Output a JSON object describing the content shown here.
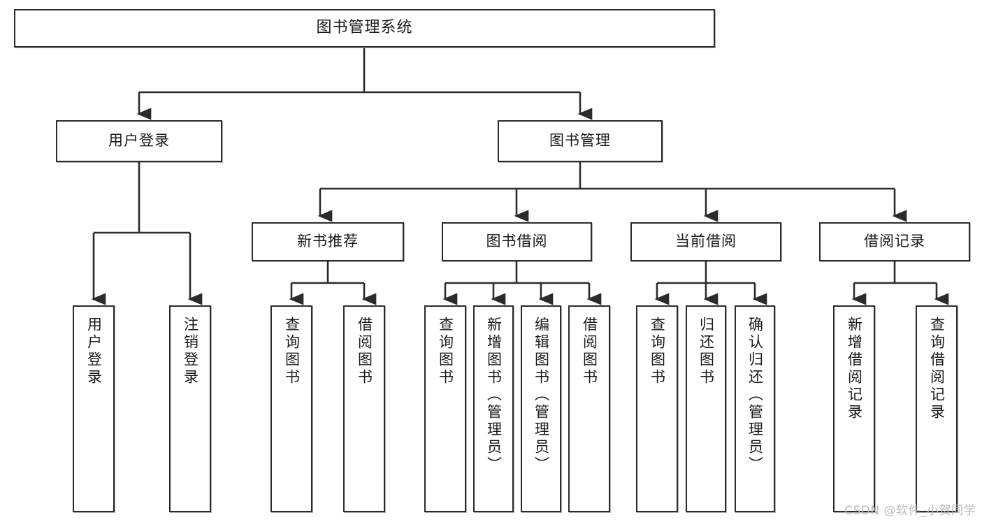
{
  "diagram": {
    "type": "tree-hierarchy",
    "title": "图书管理系统",
    "nodes": {
      "root": {
        "label": "图书管理系统"
      },
      "level2": [
        {
          "id": "user-login",
          "label": "用户登录"
        },
        {
          "id": "book-manage",
          "label": "图书管理"
        }
      ],
      "level3": [
        {
          "id": "new-book-recommend",
          "label": "新书推荐"
        },
        {
          "id": "book-borrow",
          "label": "图书借阅"
        },
        {
          "id": "current-borrow",
          "label": "当前借阅"
        },
        {
          "id": "borrow-record",
          "label": "借阅记录"
        }
      ],
      "leaves": {
        "user_login": [
          {
            "id": "leaf-user-login",
            "label": "用户登录"
          },
          {
            "id": "leaf-logout",
            "label": "注销登录"
          }
        ],
        "new_book_recommend": [
          {
            "id": "leaf-query-book-1",
            "label": "查询图书"
          },
          {
            "id": "leaf-borrow-book-1",
            "label": "借阅图书"
          }
        ],
        "book_borrow": [
          {
            "id": "leaf-query-book-2",
            "label": "查询图书"
          },
          {
            "id": "leaf-add-book",
            "label": "新增图书（管理员）"
          },
          {
            "id": "leaf-edit-book",
            "label": "编辑图书（管理员）"
          },
          {
            "id": "leaf-borrow-book-2",
            "label": "借阅图书"
          }
        ],
        "current_borrow": [
          {
            "id": "leaf-query-book-3",
            "label": "查询图书"
          },
          {
            "id": "leaf-return-book",
            "label": "归还图书"
          },
          {
            "id": "leaf-confirm-return",
            "label": "确认归还（管理员）"
          }
        ],
        "borrow_record": [
          {
            "id": "leaf-add-record",
            "label": "新增借阅记录"
          },
          {
            "id": "leaf-query-record",
            "label": "查询借阅记录"
          }
        ]
      }
    },
    "colors": {
      "border": "#2b2b2b",
      "background": "#ffffff",
      "text": "#1a1a1a",
      "connector": "#2b2b2b",
      "watermark": "#b9b9b9"
    }
  },
  "watermark": {
    "text": "CSDN @软件_小贺同学"
  }
}
